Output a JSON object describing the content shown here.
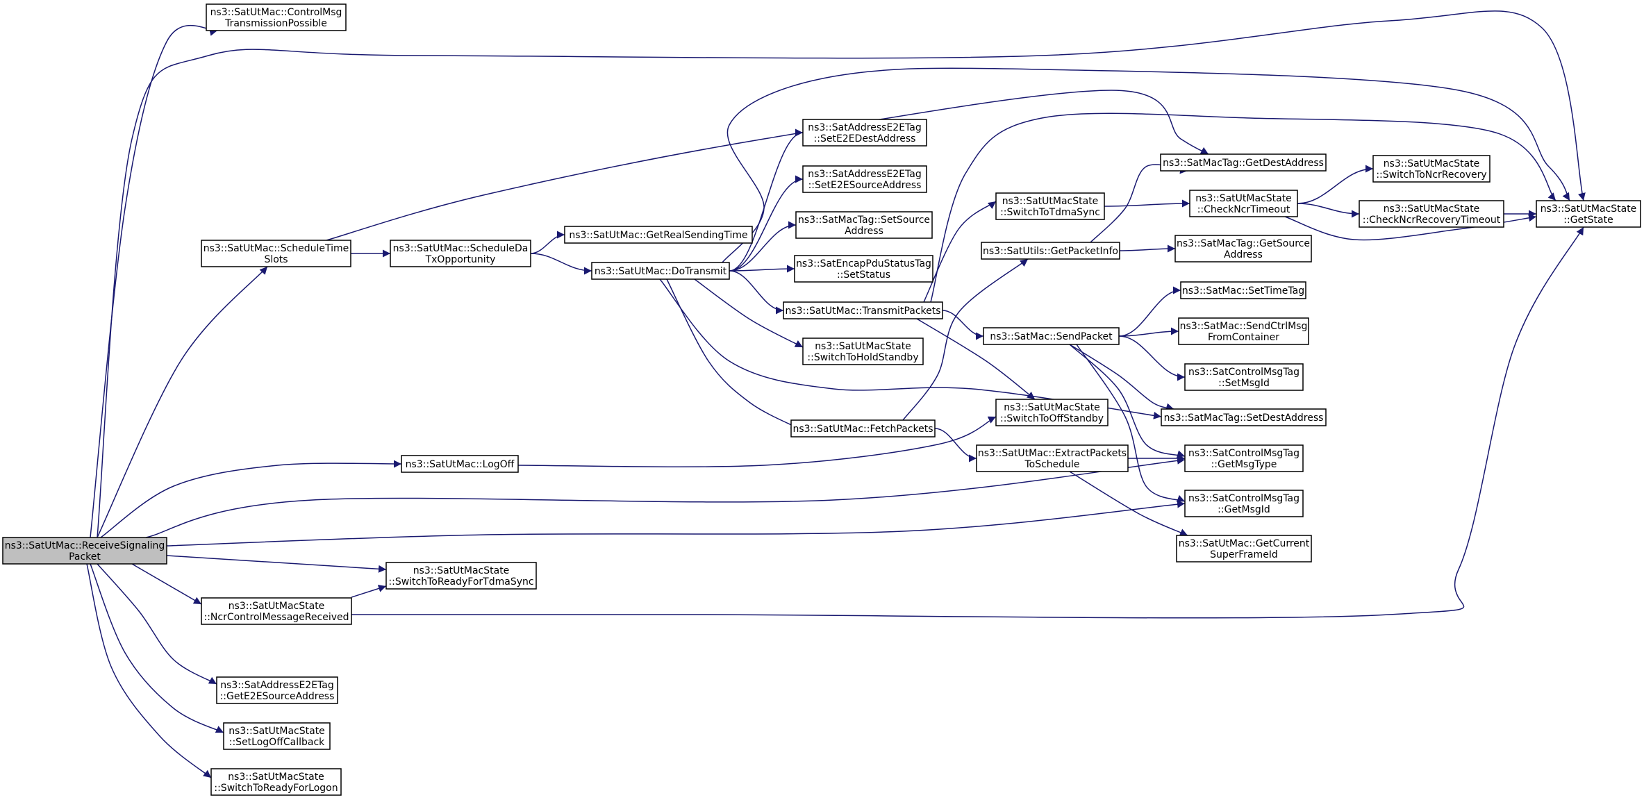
{
  "graph": {
    "type": "call-graph",
    "nodes": [
      {
        "id": "root",
        "lines": [
          "ns3::SatUtMac::ReceiveSignaling",
          "Packet"
        ]
      },
      {
        "id": "ctrlMsgPossible",
        "lines": [
          "ns3::SatUtMac::ControlMsg",
          "TransmissionPossible"
        ]
      },
      {
        "id": "scheduleTimeSlots",
        "lines": [
          "ns3::SatUtMac::ScheduleTime",
          "Slots"
        ]
      },
      {
        "id": "scheduleDaTx",
        "lines": [
          "ns3::SatUtMac::ScheduleDa",
          "TxOpportunity"
        ]
      },
      {
        "id": "getRealSendingTime",
        "lines": [
          "ns3::SatUtMac::GetRealSendingTime"
        ]
      },
      {
        "id": "doTransmit",
        "lines": [
          "ns3::SatUtMac::DoTransmit"
        ]
      },
      {
        "id": "setE2EDest",
        "lines": [
          "ns3::SatAddressE2ETag",
          "::SetE2EDestAddress"
        ]
      },
      {
        "id": "setE2ESource",
        "lines": [
          "ns3::SatAddressE2ETag",
          "::SetE2ESourceAddress"
        ]
      },
      {
        "id": "setSourceAddr",
        "lines": [
          "ns3::SatMacTag::SetSource",
          "Address"
        ]
      },
      {
        "id": "encapSetStatus",
        "lines": [
          "ns3::SatEncapPduStatusTag",
          "::SetStatus"
        ]
      },
      {
        "id": "transmitPackets",
        "lines": [
          "ns3::SatUtMac::TransmitPackets"
        ]
      },
      {
        "id": "holdStandby",
        "lines": [
          "ns3::SatUtMacState",
          "::SwitchToHoldStandby"
        ]
      },
      {
        "id": "fetchPackets",
        "lines": [
          "ns3::SatUtMac::FetchPackets"
        ]
      },
      {
        "id": "logOff",
        "lines": [
          "ns3::SatUtMac::LogOff"
        ]
      },
      {
        "id": "switchToTdmaSync",
        "lines": [
          "ns3::SatUtMacState",
          "::SwitchToTdmaSync"
        ]
      },
      {
        "id": "getPacketInfo",
        "lines": [
          "ns3::SatUtils::GetPacketInfo"
        ]
      },
      {
        "id": "sendPacket",
        "lines": [
          "ns3::SatMac::SendPacket"
        ]
      },
      {
        "id": "offStandby",
        "lines": [
          "ns3::SatUtMacState",
          "::SwitchToOffStandby"
        ]
      },
      {
        "id": "extractPackets",
        "lines": [
          "ns3::SatUtMac::ExtractPackets",
          "ToSchedule"
        ]
      },
      {
        "id": "getDestAddress",
        "lines": [
          "ns3::SatMacTag::GetDestAddress"
        ]
      },
      {
        "id": "checkNcrTimeout",
        "lines": [
          "ns3::SatUtMacState",
          "::CheckNcrTimeout"
        ]
      },
      {
        "id": "getSourceAddress",
        "lines": [
          "ns3::SatMacTag::GetSource",
          "Address"
        ]
      },
      {
        "id": "setTimeTag",
        "lines": [
          "ns3::SatMac::SetTimeTag"
        ]
      },
      {
        "id": "sendCtrlMsg",
        "lines": [
          "ns3::SatMac::SendCtrlMsg",
          "FromContainer"
        ]
      },
      {
        "id": "setMsgId",
        "lines": [
          "ns3::SatControlMsgTag",
          "::SetMsgId"
        ]
      },
      {
        "id": "setDestAddress",
        "lines": [
          "ns3::SatMacTag::SetDestAddress"
        ]
      },
      {
        "id": "getMsgType",
        "lines": [
          "ns3::SatControlMsgTag",
          "::GetMsgType"
        ]
      },
      {
        "id": "getMsgId",
        "lines": [
          "ns3::SatControlMsgTag",
          "::GetMsgId"
        ]
      },
      {
        "id": "getCurrentSuperFrame",
        "lines": [
          "ns3::SatUtMac::GetCurrent",
          "SuperFrameId"
        ]
      },
      {
        "id": "switchToNcrRecovery",
        "lines": [
          "ns3::SatUtMacState",
          "::SwitchToNcrRecovery"
        ]
      },
      {
        "id": "checkNcrRecoveryTimeout",
        "lines": [
          "ns3::SatUtMacState",
          "::CheckNcrRecoveryTimeout"
        ]
      },
      {
        "id": "getState",
        "lines": [
          "ns3::SatUtMacState",
          "::GetState"
        ]
      },
      {
        "id": "readyForTdmaSync",
        "lines": [
          "ns3::SatUtMacState",
          "::SwitchToReadyForTdmaSync"
        ]
      },
      {
        "id": "ncrCtrlMsgReceived",
        "lines": [
          "ns3::SatUtMacState",
          "::NcrControlMessageReceived"
        ]
      },
      {
        "id": "getE2ESource",
        "lines": [
          "ns3::SatAddressE2ETag",
          "::GetE2ESourceAddress"
        ]
      },
      {
        "id": "setLogOffCallback",
        "lines": [
          "ns3::SatUtMacState",
          "::SetLogOffCallback"
        ]
      },
      {
        "id": "readyForLogon",
        "lines": [
          "ns3::SatUtMacState",
          "::SwitchToReadyForLogon"
        ]
      }
    ],
    "edges": [
      [
        "root",
        "ctrlMsgPossible"
      ],
      [
        "root",
        "scheduleTimeSlots"
      ],
      [
        "root",
        "getState"
      ],
      [
        "root",
        "logOff"
      ],
      [
        "root",
        "getMsgType"
      ],
      [
        "root",
        "getMsgId"
      ],
      [
        "root",
        "readyForTdmaSync"
      ],
      [
        "root",
        "ncrCtrlMsgReceived"
      ],
      [
        "root",
        "getE2ESource"
      ],
      [
        "root",
        "setLogOffCallback"
      ],
      [
        "root",
        "readyForLogon"
      ],
      [
        "scheduleTimeSlots",
        "scheduleDaTx"
      ],
      [
        "scheduleTimeSlots",
        "getDestAddress"
      ],
      [
        "scheduleDaTx",
        "getRealSendingTime"
      ],
      [
        "scheduleDaTx",
        "doTransmit"
      ],
      [
        "doTransmit",
        "setE2EDest"
      ],
      [
        "doTransmit",
        "setE2ESource"
      ],
      [
        "doTransmit",
        "setSourceAddr"
      ],
      [
        "doTransmit",
        "encapSetStatus"
      ],
      [
        "doTransmit",
        "transmitPackets"
      ],
      [
        "doTransmit",
        "holdStandby"
      ],
      [
        "doTransmit",
        "fetchPackets"
      ],
      [
        "doTransmit",
        "setDestAddress"
      ],
      [
        "doTransmit",
        "getState"
      ],
      [
        "transmitPackets",
        "sendPacket"
      ],
      [
        "transmitPackets",
        "switchToTdmaSync"
      ],
      [
        "transmitPackets",
        "offStandby"
      ],
      [
        "transmitPackets",
        "getState"
      ],
      [
        "fetchPackets",
        "getPacketInfo"
      ],
      [
        "fetchPackets",
        "extractPackets"
      ],
      [
        "logOff",
        "offStandby"
      ],
      [
        "switchToTdmaSync",
        "checkNcrTimeout"
      ],
      [
        "getPacketInfo",
        "getDestAddress"
      ],
      [
        "getPacketInfo",
        "getSourceAddress"
      ],
      [
        "sendPacket",
        "setTimeTag"
      ],
      [
        "sendPacket",
        "sendCtrlMsg"
      ],
      [
        "sendPacket",
        "setMsgId"
      ],
      [
        "sendPacket",
        "setDestAddress"
      ],
      [
        "sendPacket",
        "getMsgType"
      ],
      [
        "sendPacket",
        "getMsgId"
      ],
      [
        "extractPackets",
        "getMsgType"
      ],
      [
        "extractPackets",
        "getCurrentSuperFrame"
      ],
      [
        "checkNcrTimeout",
        "switchToNcrRecovery"
      ],
      [
        "checkNcrTimeout",
        "checkNcrRecoveryTimeout"
      ],
      [
        "checkNcrTimeout",
        "getState"
      ],
      [
        "checkNcrRecoveryTimeout",
        "getState"
      ],
      [
        "ncrCtrlMsgReceived",
        "readyForTdmaSync"
      ],
      [
        "ncrCtrlMsgReceived",
        "getState"
      ]
    ]
  }
}
